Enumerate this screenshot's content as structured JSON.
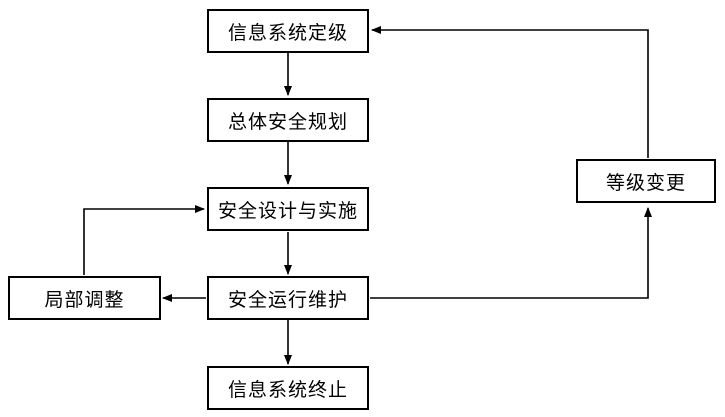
{
  "nodes": {
    "grading": "信息系统定级",
    "planning": "总体安全规划",
    "design": "安全设计与实施",
    "operation": "安全运行维护",
    "termination": "信息系统终止",
    "local_adjust": "局部调整",
    "level_change": "等级变更"
  }
}
